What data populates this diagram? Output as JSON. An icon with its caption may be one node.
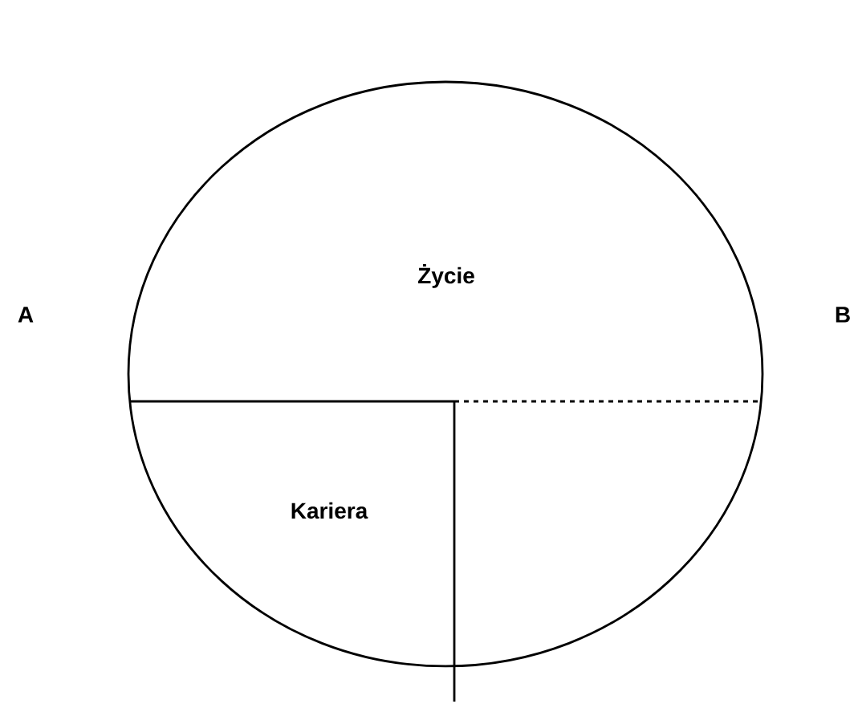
{
  "diagram": {
    "labels": [
      "A",
      "Życie",
      "B",
      "Kariera"
    ]
  }
}
